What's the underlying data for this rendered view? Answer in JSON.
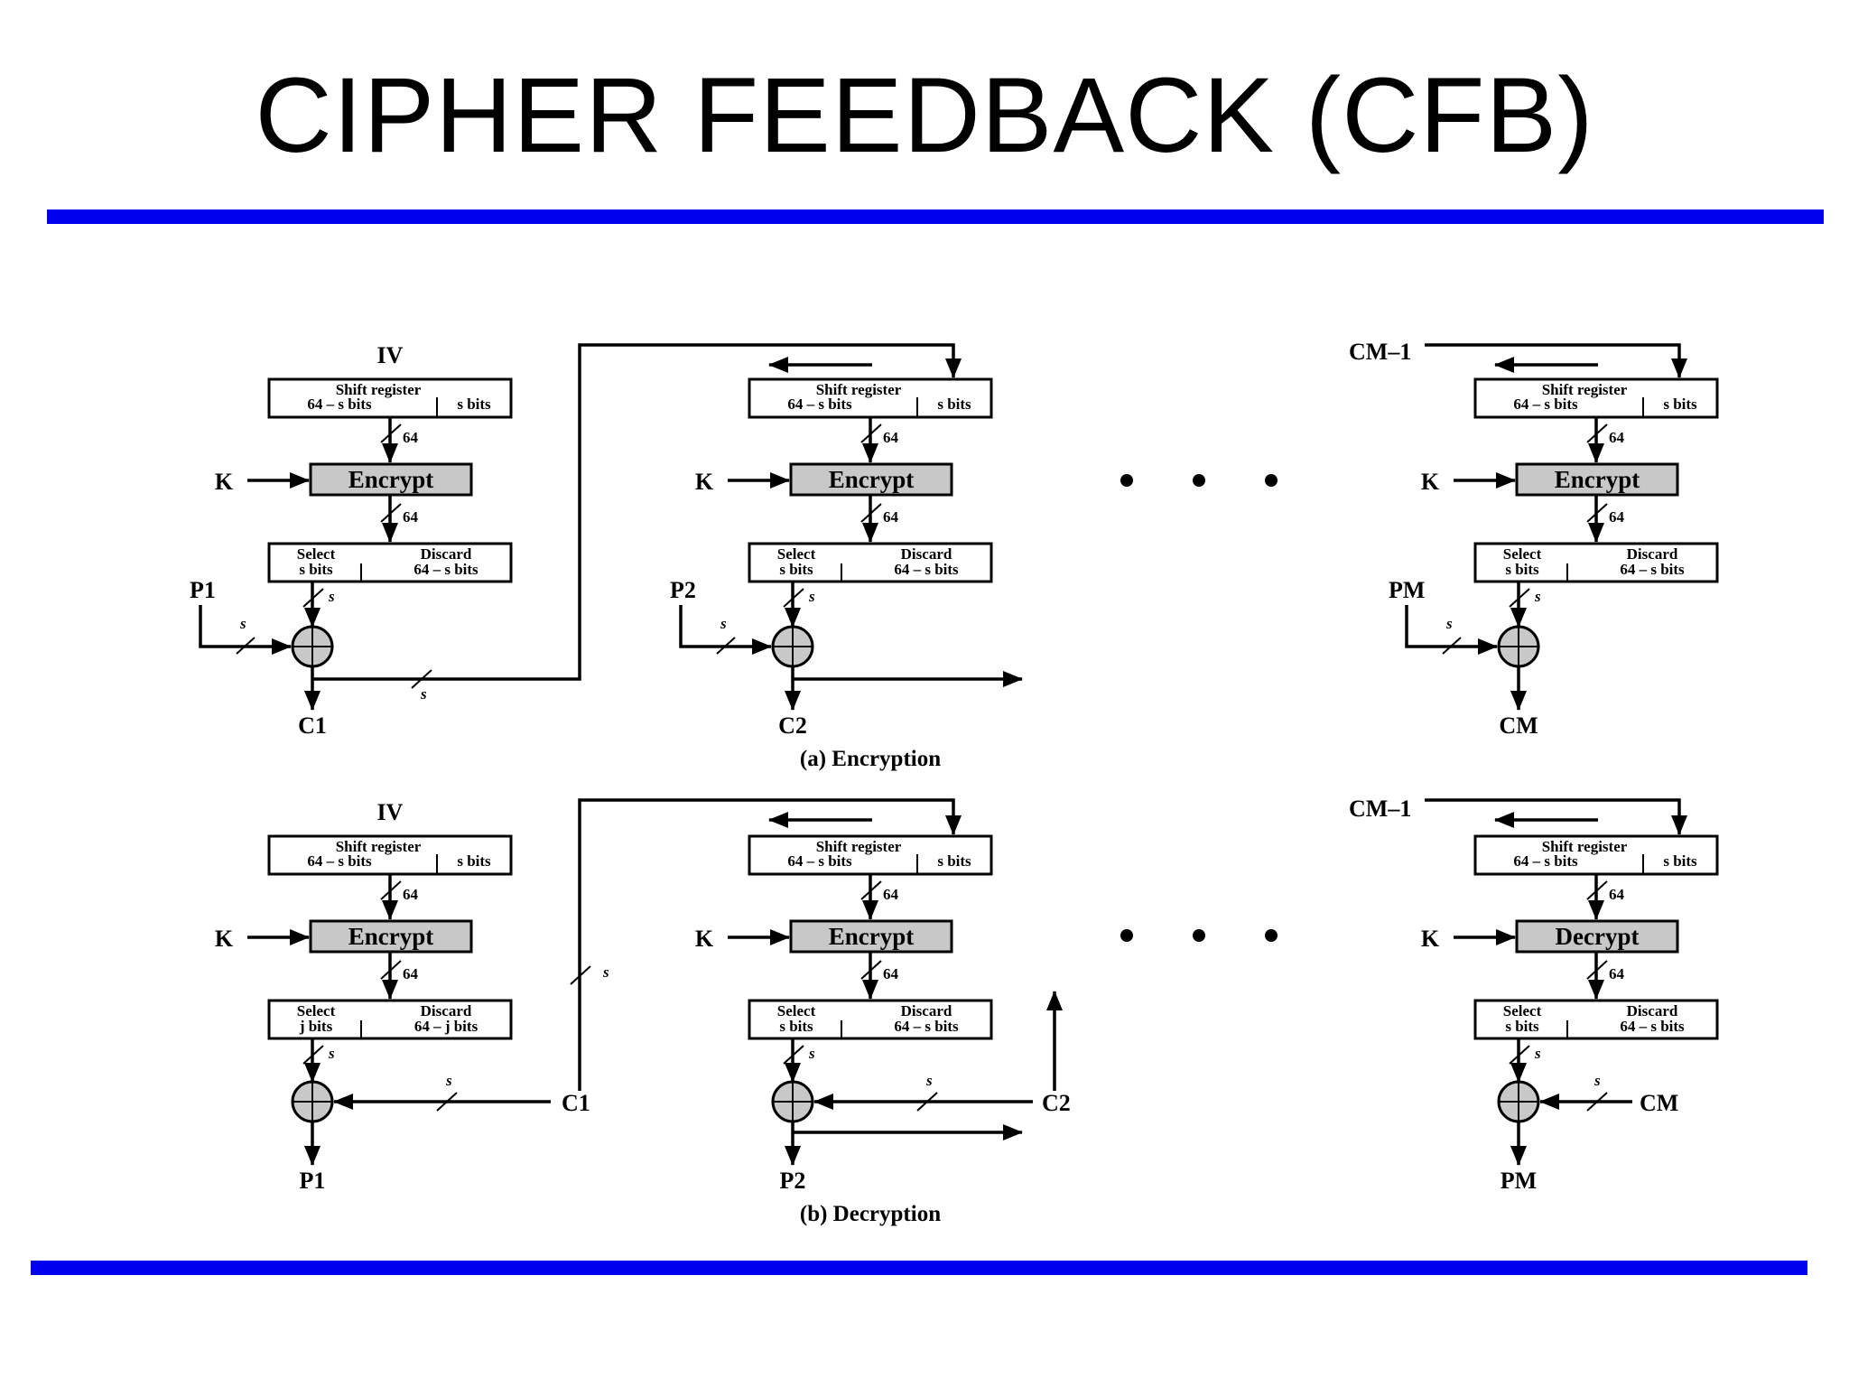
{
  "title": "CIPHER FEEDBACK (CFB)",
  "labels": {
    "iv": "IV",
    "key": "K",
    "shift_register": "Shift register",
    "sr_left": "64 – s bits",
    "sr_right": "s bits",
    "width_64": "64",
    "s": "s",
    "select": "Select",
    "discard": "Discard",
    "select_s": "s bits",
    "discard_s": "64 – s bits",
    "select_j": "j bits",
    "discard_j": "64 – j bits",
    "encrypt": "Encrypt",
    "decrypt": "Decrypt",
    "c_m_minus_1": "CM–1"
  },
  "encryption": {
    "caption": "(a) Encryption",
    "stages": [
      {
        "plaintext": "P1",
        "ciphertext": "C1"
      },
      {
        "plaintext": "P2",
        "ciphertext": "C2"
      },
      {
        "plaintext": "PM",
        "ciphertext": "CM"
      }
    ]
  },
  "decryption": {
    "caption": "(b) Decryption",
    "stages": [
      {
        "input": "C1",
        "output": "P1"
      },
      {
        "input": "C2",
        "output": "P2"
      },
      {
        "input": "CM",
        "output": "PM"
      }
    ]
  },
  "ellipsis": "• • •"
}
